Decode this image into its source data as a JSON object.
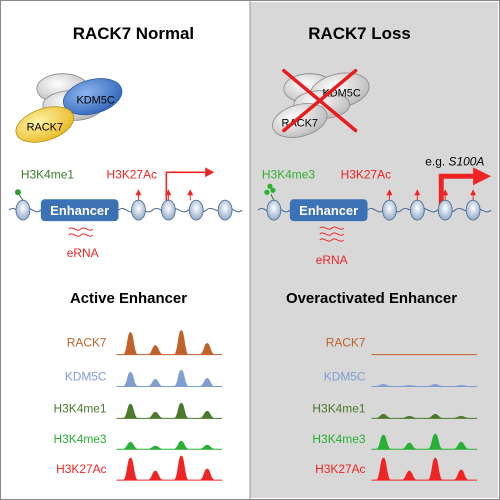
{
  "panels": {
    "normal": {
      "title": "RACK7 Normal",
      "proteins": [
        "KDM5C",
        "RACK7"
      ],
      "mark1": "H3K4me1",
      "mark2": "H3K27Ac",
      "enhancer": "Enhancer",
      "erna": "eRNA",
      "subtitle": "Active Enhancer"
    },
    "loss": {
      "title": "RACK7 Loss",
      "proteins": [
        "KDM5C",
        "RACK7"
      ],
      "mark1": "H3K4me3",
      "mark2": "H3K27Ac",
      "target_prefix": "e.g. ",
      "target_gene": "S100A",
      "enhancer": "Enhancer",
      "erna": "eRNA",
      "subtitle": "Overactivated Enhancer"
    }
  },
  "tracks": [
    {
      "label": "RACK7",
      "color": "#c0622b"
    },
    {
      "label": "KDM5C",
      "color": "#7f9fd0"
    },
    {
      "label": "H3K4me1",
      "color": "#4a7a2c"
    },
    {
      "label": "H3K4me3",
      "color": "#27b033"
    },
    {
      "label": "H3K27Ac",
      "color": "#ef2525"
    }
  ],
  "colors": {
    "loss_panel_bg": "#d8d8d8",
    "enhancer_box": "#3b72b5",
    "red": "#ef2525",
    "h3k4me1_text": "#3d7a2a",
    "h3k4me3_text": "#2fb032",
    "kdm5c_blob": "#4a7fd0",
    "rack7_blob": "#f6d54a"
  }
}
